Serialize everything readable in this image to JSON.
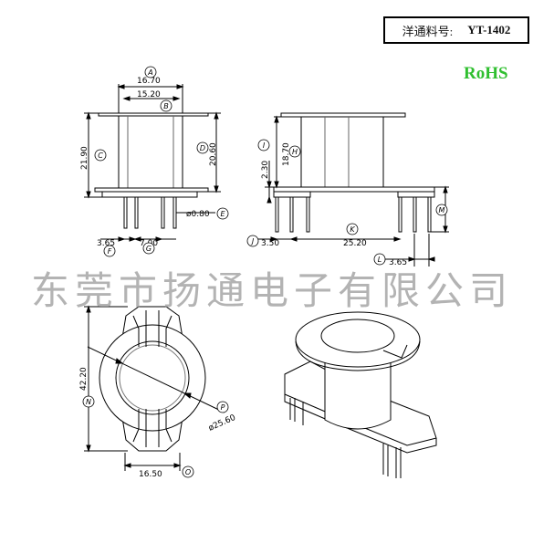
{
  "header": {
    "part_label": "洋通料号:",
    "part_number": "YT-1402"
  },
  "rohs": "RoHS",
  "watermark": "东莞市扬通电子有限公司",
  "dimensions": {
    "A": "16.70",
    "B": "15.20",
    "C": "21.90",
    "D": "20.60",
    "E": "ø0.80",
    "F": "3.65",
    "G": "7.00",
    "H": "18.70",
    "I": "2.30",
    "J": "3.50",
    "K": "25.20",
    "L": "3.65",
    "N": "42.20",
    "O": "16.50",
    "P": "ø25.60"
  },
  "callouts": {
    "A": "A",
    "B": "B",
    "C": "C",
    "D": "D",
    "E": "E",
    "F": "F",
    "G": "G",
    "H": "H",
    "I": "I",
    "J": "J",
    "K": "K",
    "L": "L",
    "M": "M",
    "N": "N",
    "O": "O",
    "P": "P"
  }
}
